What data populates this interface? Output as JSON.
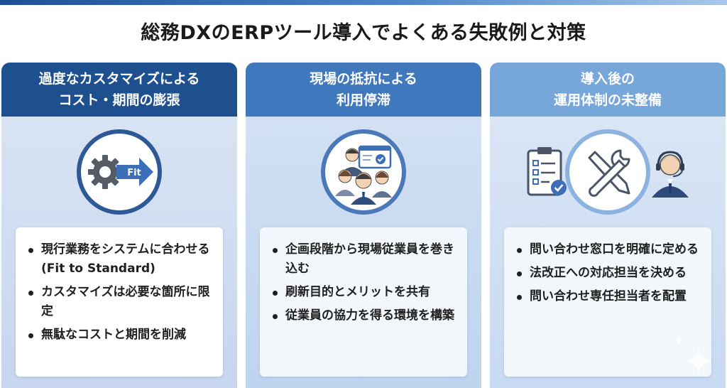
{
  "title": "総務DXのERPツール導入でよくある失敗例と対策",
  "columns": [
    {
      "heading_line1": "過度なカスタマイズによる",
      "heading_line2": "コスト・期間の膨張",
      "icon_label": "Fit",
      "bullets": [
        "現行業務をシステムに合わせる(Fit to Standard)",
        "カスタマイズは必要な箇所に限定",
        "無駄なコストと期間を削減"
      ]
    },
    {
      "heading_line1": "現場の抵抗による",
      "heading_line2": "利用停滞",
      "bullets": [
        "企画段階から現場従業員を巻き込む",
        "刷新目的とメリットを共有",
        "従業員の協力を得る環境を構築"
      ]
    },
    {
      "heading_line1": "導入後の",
      "heading_line2": "運用体制の未整備",
      "bullets": [
        "問い合わせ窓口を明確に定める",
        "法改正への対応担当を決める",
        "問い合わせ専任担当者を配置"
      ]
    }
  ],
  "colors": {
    "header_dark": "#1e4f8f",
    "header_mid": "#3f78bd",
    "header_light": "#77a6da"
  }
}
